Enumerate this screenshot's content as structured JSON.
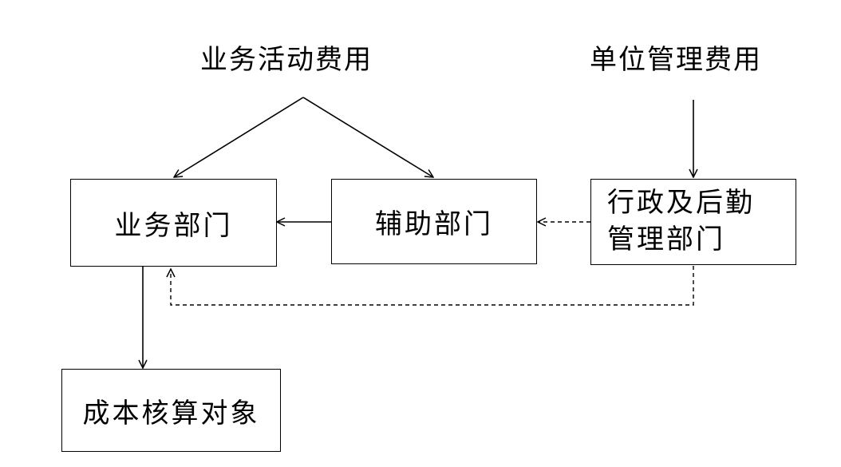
{
  "sources": {
    "business_activity_costs": "业务活动费用",
    "unit_management_costs": "单位管理费用"
  },
  "nodes": {
    "business_dept": "业务部门",
    "auxiliary_dept": "辅助部门",
    "admin_logistics_dept_line1": "行政及后勤",
    "admin_logistics_dept_line2": "管理部门",
    "cost_object": "成本核算对象"
  },
  "colors": {
    "stroke": "#000000",
    "background": "#ffffff"
  }
}
